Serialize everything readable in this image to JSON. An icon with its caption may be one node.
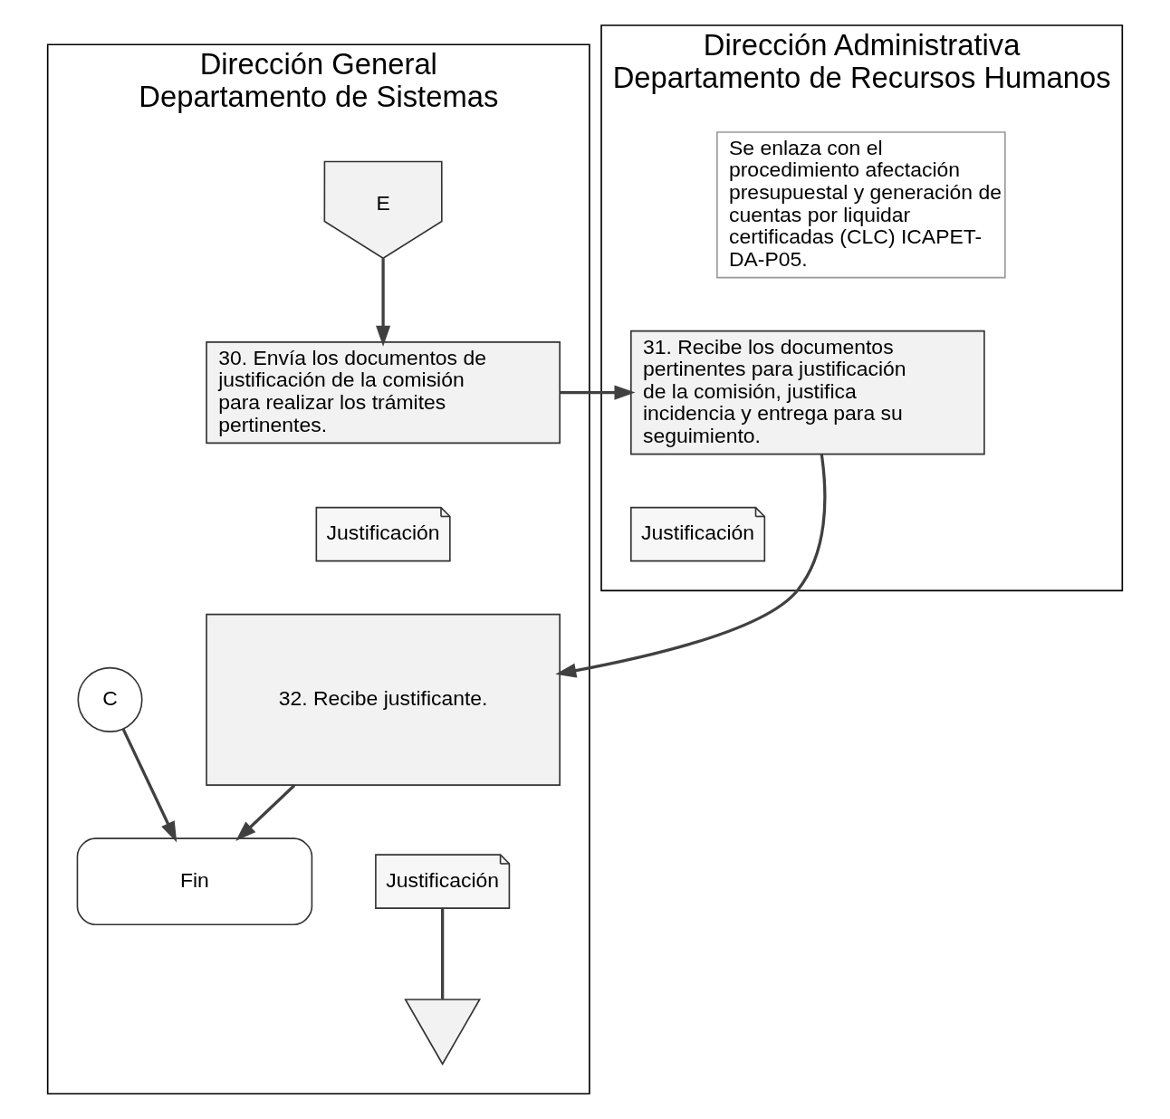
{
  "diagram": {
    "nodes": [
      {
        "text": [
          "Dirección General",
          "Departamento de Sistemas"
        ]
      },
      {
        "text": [
          "Dirección Administrativa",
          "Departamento de Recursos Humanos"
        ]
      },
      {
        "text": [
          "E"
        ],
        "in": 0
      },
      {
        "text": [
          "30. Envía los documentos de justificación de la comisión para realizar los trámites pertinentes."
        ],
        "in": 0
      },
      {
        "text": [
          "Justificación"
        ],
        "in": 0
      },
      {
        "text": [
          "Se enlaza con el procedimiento afectación presupuestal y generación de cuentas por liquidar certificadas (CLC) ICAPET-DA-P05."
        ],
        "in": 1
      },
      {
        "text": [
          "31. Recibe los documentos pertinentes para justificación de la comisión, justifica incidencia y entrega para su seguimiento."
        ],
        "in": 1
      },
      {
        "text": [
          "Justificación"
        ],
        "in": 1
      },
      {
        "text": [
          "32. Recibe justificante."
        ],
        "in": 0
      },
      {
        "text": [
          "Justificación"
        ],
        "in": 0
      },
      {
        "text": [
          "C"
        ],
        "in": 0
      },
      {
        "text": [
          "Fin"
        ],
        "in": 0
      },
      {
        "text": [],
        "shape": "triangle",
        "in": 0
      }
    ],
    "edges": [
      {
        "from": 2,
        "to": 3,
        "arrow": "to"
      },
      {
        "from": 3,
        "to": 6,
        "arrow": "to"
      },
      {
        "from": 6,
        "to": 8,
        "arrow": "to"
      },
      {
        "from": 8,
        "to": 11,
        "arrow": "to"
      },
      {
        "from": 10,
        "to": 11,
        "arrow": "to"
      },
      {
        "from": 9,
        "to": 12,
        "arrow": "none"
      }
    ]
  }
}
